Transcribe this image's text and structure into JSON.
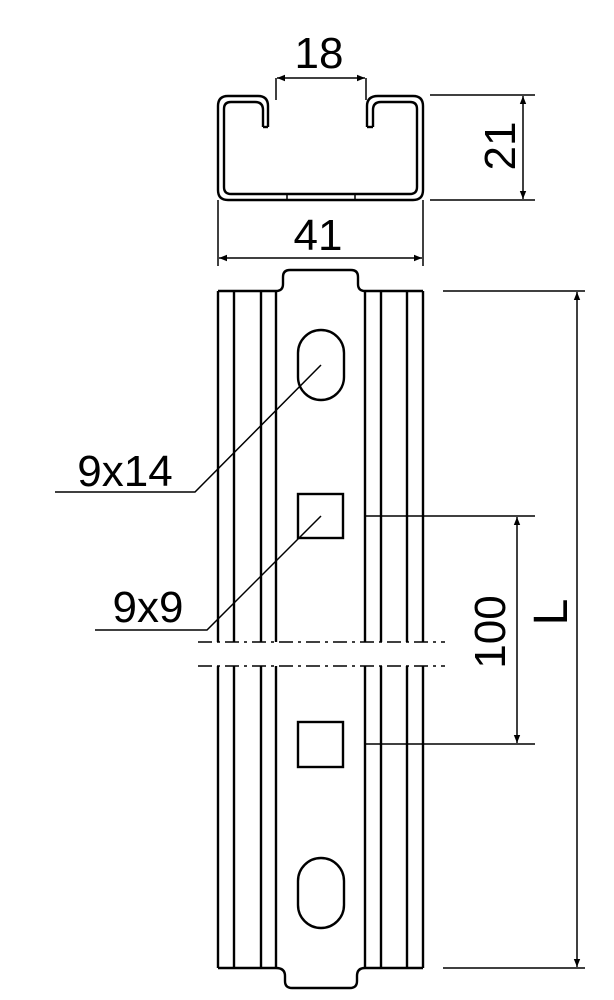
{
  "drawing": {
    "dimensions": {
      "slot_width": "18",
      "profile_height": "21",
      "profile_width": "41",
      "hole_spacing": "100",
      "length": "L"
    },
    "callouts": {
      "slot_hole": "9x14",
      "square_hole": "9x9"
    },
    "colors": {
      "line": "#000000",
      "background": "#ffffff"
    }
  }
}
